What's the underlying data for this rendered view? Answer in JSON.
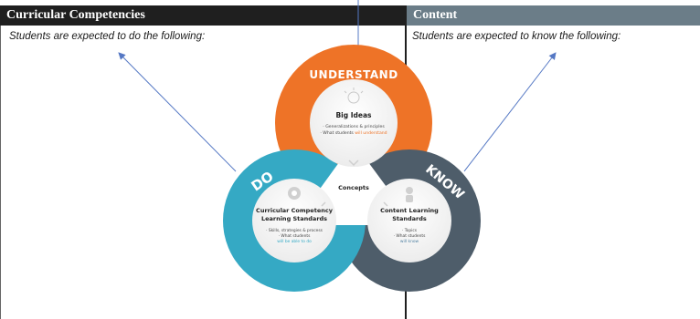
{
  "table": {
    "col_left_header": "Curricular Competencies",
    "col_right_header": "Content",
    "col_left_subtitle": "Students are expected to do the following:",
    "col_right_subtitle": "Students are expected to know the following:"
  },
  "diagram": {
    "rings": {
      "understand": "UNDERSTAND",
      "do": "DO",
      "know": "KNOW"
    },
    "center_label": "Concepts",
    "big_ideas": {
      "title": "Big Ideas",
      "bullet1": "· Generalizations & principles",
      "bullet2_prefix": "· What students ",
      "bullet2_highlight": "will understand"
    },
    "curricular": {
      "title_line1": "Curricular Competency",
      "title_line2": "Learning Standards",
      "bullet1": "· Skills, strategies & process",
      "bullet2": "· What students",
      "highlight": "will be able to do"
    },
    "content_ls": {
      "title_line1": "Content Learning",
      "title_line2": "Standards",
      "bullet1": "· Topics",
      "bullet2": "· What students",
      "highlight": "will know"
    },
    "colors": {
      "understand": "#ee7327",
      "do": "#35a9c4",
      "know": "#4e5d6a",
      "arrow": "#5578c4",
      "header_dark": "#1f1f1f",
      "header_slate": "#6b7d88"
    }
  }
}
